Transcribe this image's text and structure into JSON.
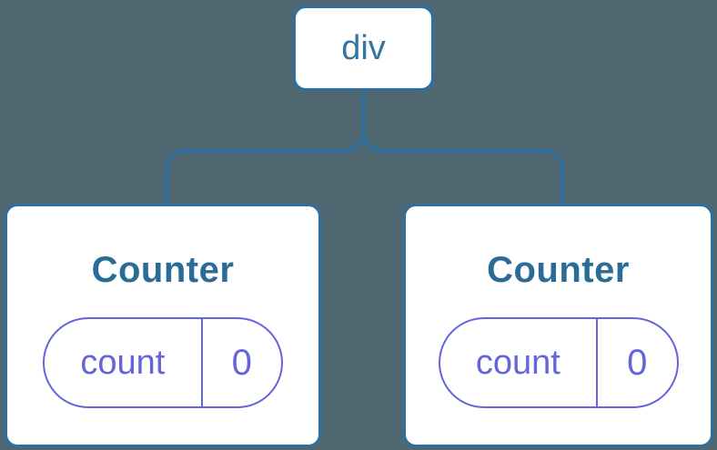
{
  "tree": {
    "root": {
      "label": "div"
    },
    "children": [
      {
        "title": "Counter",
        "state": {
          "key": "count",
          "value": "0"
        }
      },
      {
        "title": "Counter",
        "state": {
          "key": "count",
          "value": "0"
        }
      }
    ],
    "colors": {
      "background": "#4e6770",
      "node_fill": "#ffffff",
      "node_border": "#2e6f9f",
      "root_label_text": "#36759f",
      "title_text": "#2a6c95",
      "state_accent": "#6464dc"
    }
  }
}
